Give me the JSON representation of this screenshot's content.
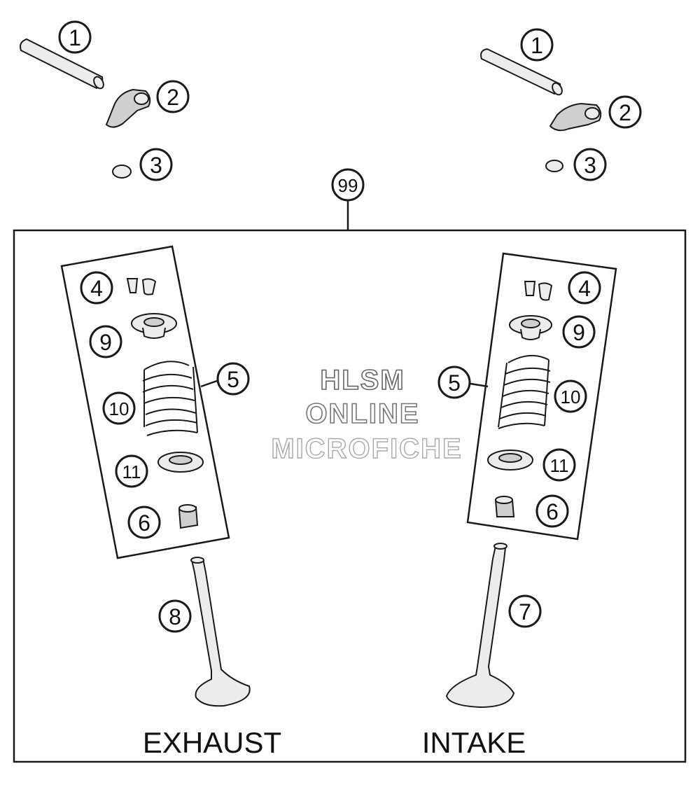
{
  "callouts": {
    "c1": "1",
    "c2": "2",
    "c3": "3",
    "c4": "4",
    "c5": "5",
    "c6": "6",
    "c7": "7",
    "c8": "8",
    "c9": "9",
    "c10": "10",
    "c11": "11",
    "c99": "99"
  },
  "labels": {
    "exhaust": "EXHAUST",
    "intake": "INTAKE"
  },
  "watermark": {
    "line1": "HLSM",
    "line2": "ONLINE",
    "line3": "MICROFICHE"
  }
}
